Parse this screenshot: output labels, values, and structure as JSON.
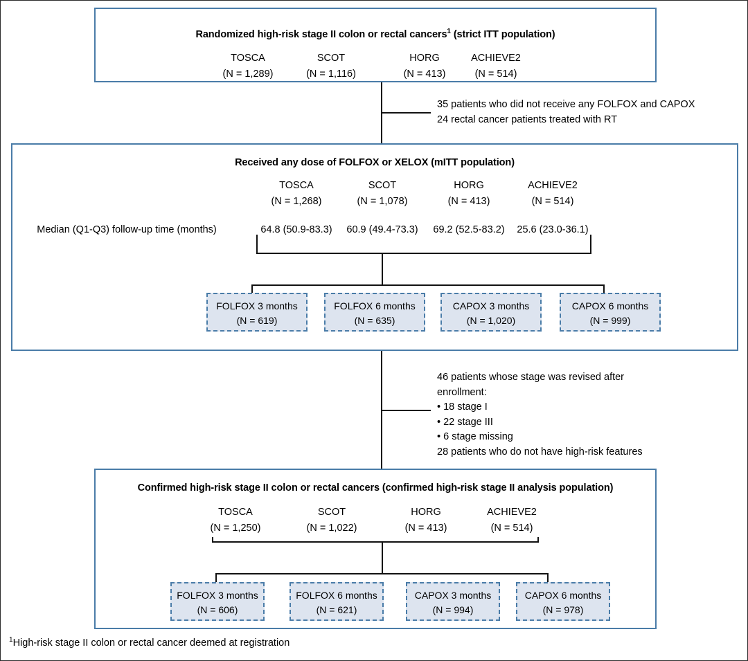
{
  "figure": {
    "footnote_marker": "1",
    "footnote_text": "High-risk stage II colon or rectal cancer deemed at registration",
    "colors": {
      "box_border": "#4a7ca8",
      "arm_fill": "#dde4ef",
      "arm_border": "#4a7ca8",
      "connector": "#111111",
      "frame": "#2b2b2b"
    }
  },
  "stages": {
    "top": {
      "title": "Randomized high-risk stage II colon or rectal cancers",
      "title_superscript": "1",
      "title_suffix": " (strict ITT population)",
      "cohorts": [
        {
          "name": "TOSCA",
          "n": "(N = 1,289)"
        },
        {
          "name": "SCOT",
          "n": "(N = 1,116)"
        },
        {
          "name": "HORG",
          "n": "(N = 413)"
        },
        {
          "name": "ACHIEVE2",
          "n": "(N = 514)"
        }
      ]
    },
    "middle": {
      "title": "Received any dose of FOLFOX or XELOX (mITT population)",
      "cohorts": [
        {
          "name": "TOSCA",
          "n": "(N = 1,268)"
        },
        {
          "name": "SCOT",
          "n": "(N = 1,078)"
        },
        {
          "name": "HORG",
          "n": "(N = 413)"
        },
        {
          "name": "ACHIEVE2",
          "n": "(N = 514)"
        }
      ],
      "median_label_line1": "Median  (Q1-Q3) follow-up time",
      "median_label_line2": "(months)",
      "median_values": [
        {
          "median": "64.8",
          "iqr": "(50.9-83.3)"
        },
        {
          "median": "60.9",
          "iqr": "(49.4-73.3)"
        },
        {
          "median": "69.2",
          "iqr": "(52.5-83.2)"
        },
        {
          "median": "25.6",
          "iqr": "(23.0-36.1)"
        }
      ],
      "arms": [
        {
          "label": "FOLFOX 3 months",
          "n": "(N = 619)"
        },
        {
          "label": "FOLFOX 6 months",
          "n": "(N = 635)"
        },
        {
          "label": "CAPOX 3 months",
          "n": "(N = 1,020)"
        },
        {
          "label": "CAPOX 6 months",
          "n": "(N = 999)"
        }
      ]
    },
    "bottom": {
      "title": "Confirmed high-risk stage II colon or rectal cancers (confirmed high-risk stage II analysis population)",
      "cohorts": [
        {
          "name": "TOSCA",
          "n": "(N = 1,250)"
        },
        {
          "name": "SCOT",
          "n": "(N = 1,022)"
        },
        {
          "name": "HORG",
          "n": "(N = 413)"
        },
        {
          "name": "ACHIEVE2",
          "n": "(N = 514)"
        }
      ],
      "arms": [
        {
          "label": "FOLFOX 3 months",
          "n": "(N = 606)"
        },
        {
          "label": "FOLFOX 6 months",
          "n": "(N = 621)"
        },
        {
          "label": "CAPOX 3 months",
          "n": "(N = 994)"
        },
        {
          "label": "CAPOX 6 months",
          "n": "(N = 978)"
        }
      ]
    }
  },
  "exclusions": {
    "first": "35 patients who did not receive any FOLFOX and CAPOX\n24 rectal cancer patients treated with RT",
    "second": "46 patients whose stage was revised after\nenrollment:\n• 18 stage I\n• 22 stage III\n• 6 stage missing\n28 patients who do not have high-risk features"
  }
}
